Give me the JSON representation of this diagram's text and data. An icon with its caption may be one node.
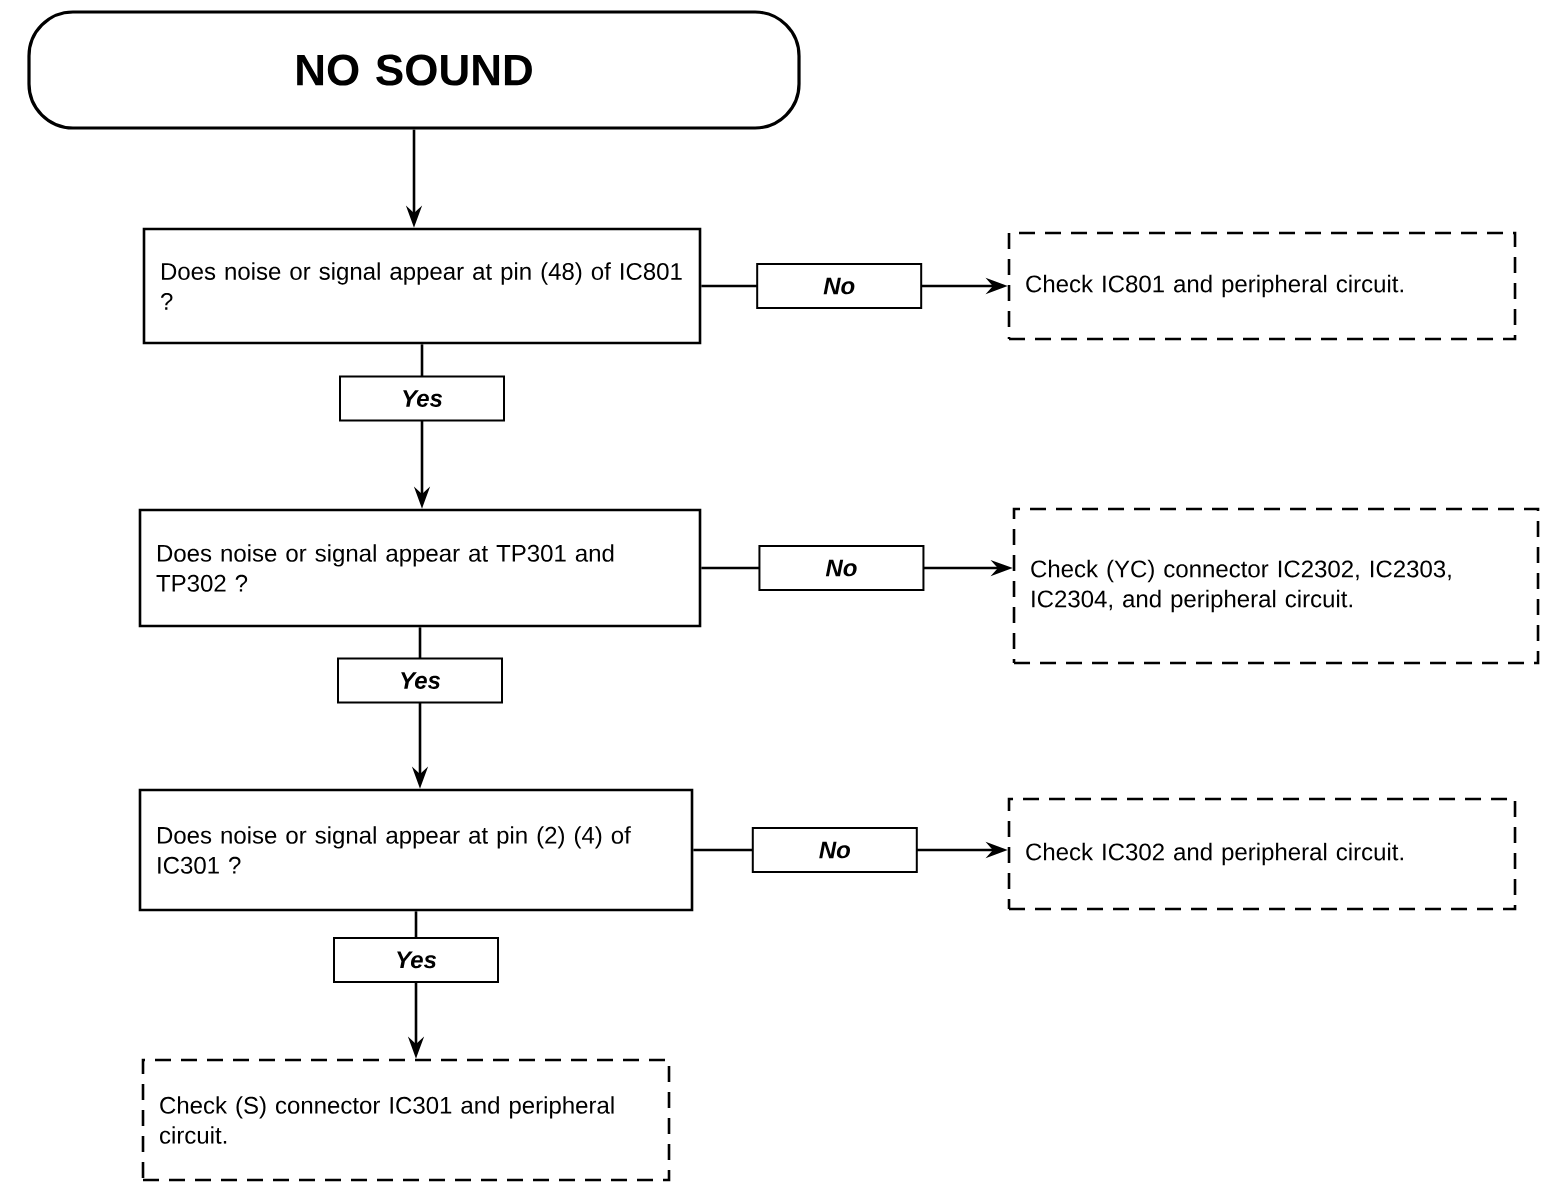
{
  "diagram": {
    "nodes": [
      {
        "text": [
          "NO SOUND"
        ]
      },
      {
        "text": [
          "Does noise or signal appear at pin (48) of IC801 ?"
        ]
      },
      {
        "text": [
          "Check IC801 and peripheral circuit."
        ]
      },
      {
        "text": [
          "Does noise or signal appear at TP301 and TP302 ?"
        ]
      },
      {
        "text": [
          "Check (YC) connector IC2302, IC2303, IC2304, and peripheral circuit."
        ]
      },
      {
        "text": [
          "Does noise or signal appear at pin (2) (4) of IC301 ?"
        ]
      },
      {
        "text": [
          "Check IC302 and peripheral circuit."
        ]
      },
      {
        "text": [
          "Check (S) connector IC301 and peripheral circuit."
        ]
      }
    ],
    "edges": [
      {
        "from": 0,
        "to": 1,
        "arrow": "to"
      },
      {
        "from": 1,
        "to": 2,
        "arrow": "to",
        "label": "No"
      },
      {
        "from": 1,
        "to": 3,
        "arrow": "to",
        "label": "Yes"
      },
      {
        "from": 3,
        "to": 4,
        "arrow": "to",
        "label": "No"
      },
      {
        "from": 3,
        "to": 5,
        "arrow": "to",
        "label": "Yes"
      },
      {
        "from": 5,
        "to": 6,
        "arrow": "to",
        "label": "No"
      },
      {
        "from": 5,
        "to": 7,
        "arrow": "to",
        "label": "Yes"
      }
    ]
  }
}
